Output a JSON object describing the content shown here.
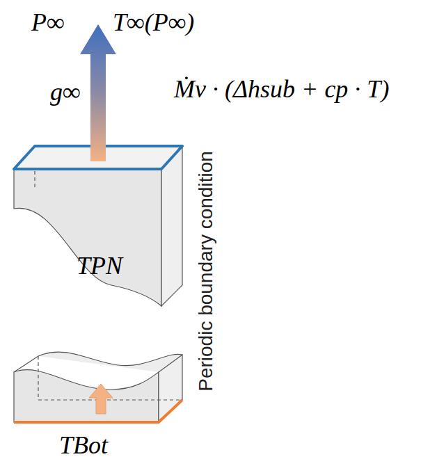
{
  "diagram": {
    "nodes": [
      {
        "text": [
          "TPN"
        ]
      },
      {
        "text": [
          "TBot"
        ]
      }
    ],
    "labels": [
      "P∞",
      "T∞(P∞)",
      "g∞",
      "Ṁv · (Δhsub + cp · T)",
      "Periodic boundary condition"
    ]
  }
}
